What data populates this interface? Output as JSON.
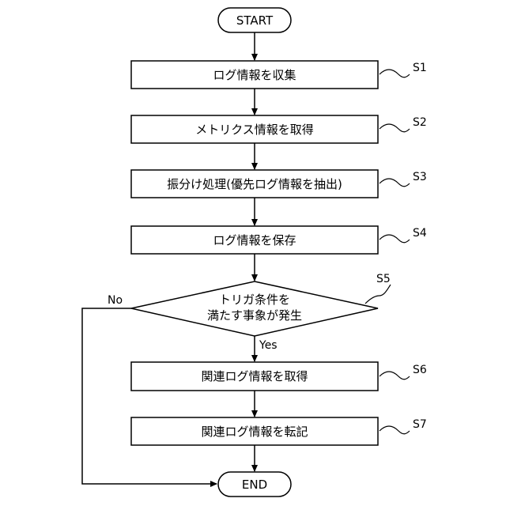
{
  "flowchart": {
    "start": "START",
    "end": "END",
    "steps": [
      {
        "id": "S1",
        "label": "ログ情報を収集"
      },
      {
        "id": "S2",
        "label": "メトリクス情報を取得"
      },
      {
        "id": "S3",
        "label": "振分け処理(優先ログ情報を抽出)"
      },
      {
        "id": "S4",
        "label": "ログ情報を保存"
      },
      {
        "id": "S6",
        "label": "関連ログ情報を取得"
      },
      {
        "id": "S7",
        "label": "関連ログ情報を転記"
      }
    ],
    "decision": {
      "id": "S5",
      "line1": "トリガ条件を",
      "line2": "満たす事象が発生",
      "yes": "Yes",
      "no": "No"
    }
  }
}
